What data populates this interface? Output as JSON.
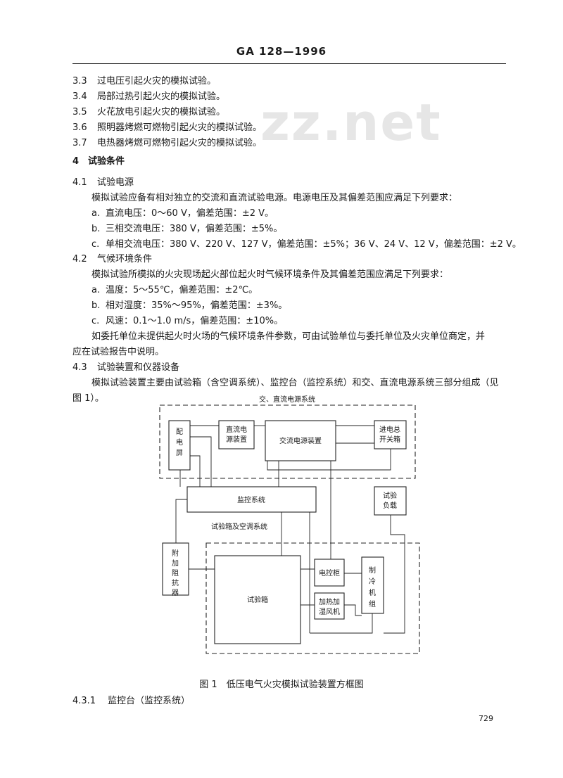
{
  "header": {
    "title": "GA 128—1996"
  },
  "watermark": "zz.net",
  "list_items": [
    {
      "num": "3.3",
      "text": "过电压引起火灾的模拟试验。"
    },
    {
      "num": "3.4",
      "text": "局部过热引起火灾的模拟试验。"
    },
    {
      "num": "3.5",
      "text": "火花放电引起火灾的模拟试验。"
    },
    {
      "num": "3.6",
      "text": "照明器烤燃可燃物引起火灾的模拟试验。"
    },
    {
      "num": "3.7",
      "text": "电热器烤燃可燃物引起火灾的模拟试验。"
    }
  ],
  "section4": {
    "num": "4",
    "title": "试验条件"
  },
  "s41": {
    "num": "4.1",
    "title": "试验电源",
    "intro": "模拟试验应备有相对独立的交流和直流试验电源。电源电压及其偏差范围应满足下列要求：",
    "items": [
      {
        "mark": "a.",
        "text": "直流电压：0～60 V，偏差范围：±2 V。"
      },
      {
        "mark": "b.",
        "text": "三相交流电压：380 V，偏差范围：±5%。"
      },
      {
        "mark": "c.",
        "text": "单相交流电压：380 V、220 V、127 V，偏差范围：±5%；36 V、24 V、12 V，偏差范围：±2 V。"
      }
    ]
  },
  "s42": {
    "num": "4.2",
    "title": "气候环境条件",
    "intro": "模拟试验所模拟的火灾现场起火部位起火时气候环境条件及其偏差范围应满足下列要求：",
    "items": [
      {
        "mark": "a.",
        "text": "温度：5～55℃，偏差范围：±2℃。"
      },
      {
        "mark": "b.",
        "text": "相对湿度：35%～95%，偏差范围：±3%。"
      },
      {
        "mark": "c.",
        "text": "风速：0.1～1.0 m/s，偏差范围：±10%。"
      }
    ],
    "note_line1": "如委托单位未提供起火时火场的气候环境条件参数，可由试验单位与委托单位及火灾单位商定，并",
    "note_line2": "应在试验报告中说明。"
  },
  "s43": {
    "num": "4.3",
    "title": "试验装置和仪器设备",
    "intro_line1": "模拟试验装置主要由试验箱（含空调系统）、监控台（监控系统）和交、直流电源系统三部分组成（见",
    "intro_line2": "图 1）。"
  },
  "diagram": {
    "power_system_label": "交、直流电源系统",
    "distribution_panel": [
      "配",
      "电",
      "屏"
    ],
    "dc_supply": [
      "直流电",
      "源装置"
    ],
    "ac_supply": "交流电源装置",
    "main_switch": [
      "进电总",
      "开关箱"
    ],
    "monitoring": "监控系统",
    "test_load": [
      "试验",
      "负载"
    ],
    "chamber_system_label": "试验箱及空调系统",
    "extra_impedance": [
      "附",
      "加",
      "阻",
      "抗",
      "器"
    ],
    "test_chamber": "试验箱",
    "control_cabinet": "电控柜",
    "heater_fan": [
      "加热加",
      "湿风机"
    ],
    "refrigeration": [
      "制",
      "冷",
      "机",
      "组"
    ]
  },
  "figure_caption": "图 1　低压电气火灾模拟试验装置方框图",
  "s431": {
    "num": "4.3.1",
    "title": "监控台（监控系统）"
  },
  "page_number": "729"
}
